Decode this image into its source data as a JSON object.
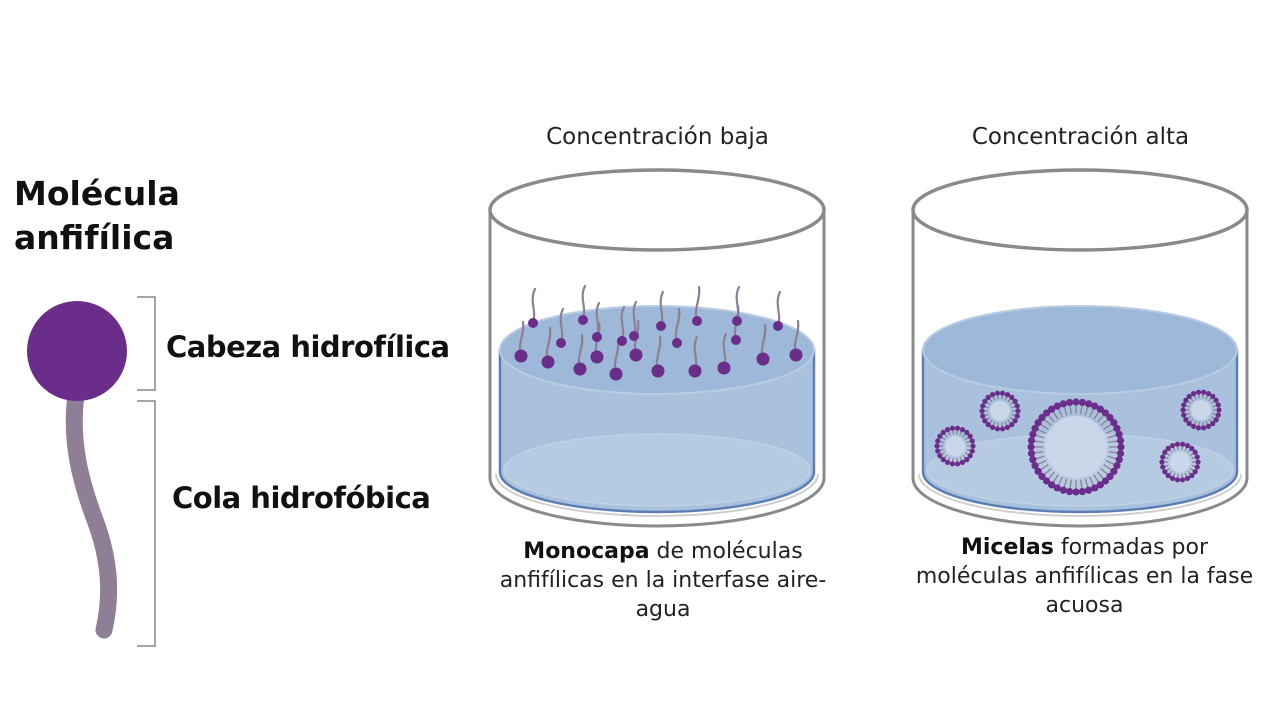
{
  "molecule": {
    "title": "Molécula anfifílica",
    "head_label": "Cabeza hidrofílica",
    "tail_label": "Cola hidrofóbica",
    "head_color": "#6b2d8a",
    "tail_color": "#8f7f96"
  },
  "panels": [
    {
      "header": "Concentración baja",
      "caption_bold": "Monocapa",
      "caption_rest": " de moléculas anfifílicas en la interfase aire-agua"
    },
    {
      "header": "Concentración alta",
      "caption_bold": "Micelas",
      "caption_rest": " formadas por moléculas anfifílicas en la fase acuosa"
    }
  ],
  "colors": {
    "water": "#a9c1dc",
    "water_top": "#9db8d8",
    "water_edge": "#5b7fb5",
    "beaker": "#8a8a8a",
    "head": "#6b2d8a",
    "tail": "#8f7f96"
  }
}
